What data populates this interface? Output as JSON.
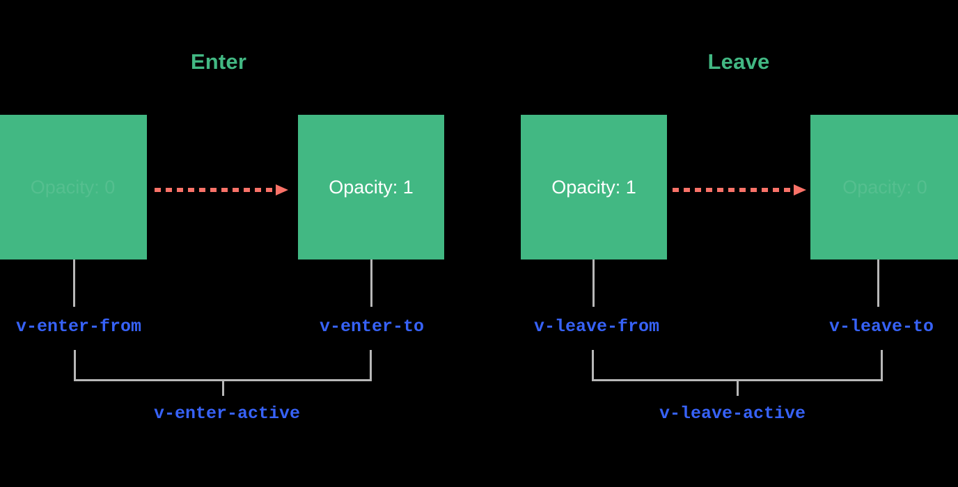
{
  "diagram": {
    "background_color": "#000000",
    "accent_green": "#42b883",
    "accent_red": "#fa7268",
    "accent_blue": "#3762f7",
    "connector_gray": "#b8b8b8",
    "sections": [
      {
        "id": "enter",
        "title": "Enter",
        "from_box": {
          "label": "Opacity: 0",
          "faded": true
        },
        "to_box": {
          "label": "Opacity: 1",
          "faded": false
        },
        "from_class": "v-enter-from",
        "to_class": "v-enter-to",
        "active_class": "v-enter-active"
      },
      {
        "id": "leave",
        "title": "Leave",
        "from_box": {
          "label": "Opacity: 1",
          "faded": false
        },
        "to_box": {
          "label": "Opacity: 0",
          "faded": true
        },
        "from_class": "v-leave-from",
        "to_class": "v-leave-to",
        "active_class": "v-leave-active"
      }
    ]
  }
}
